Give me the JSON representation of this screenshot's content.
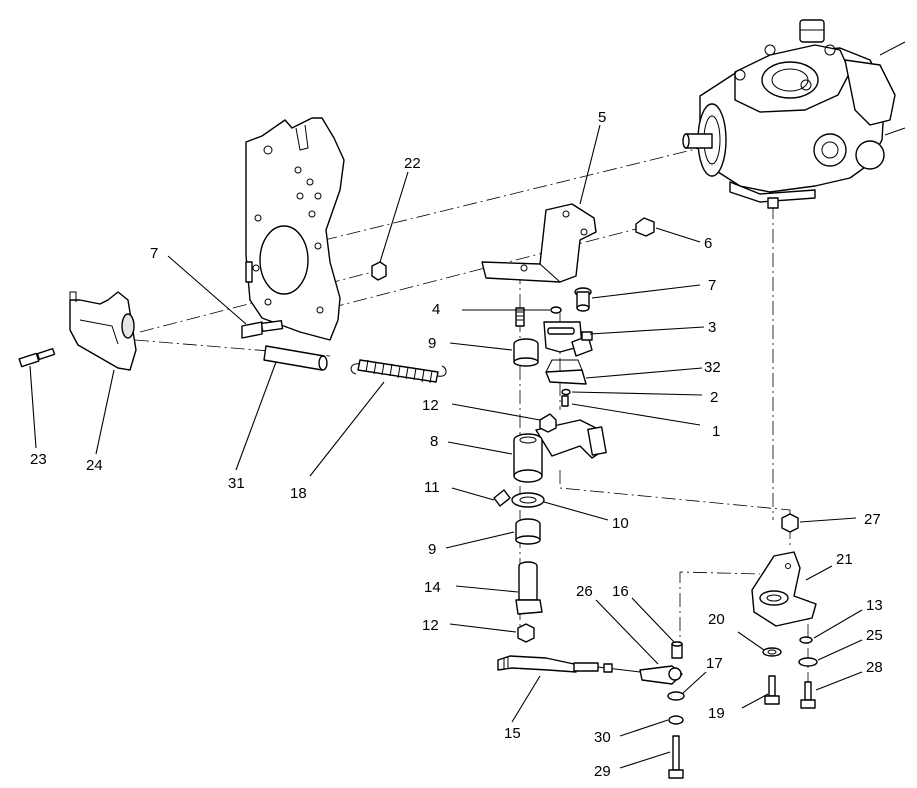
{
  "callouts": {
    "c1": "1",
    "c2": "2",
    "c3": "3",
    "c4": "4",
    "c5": "5",
    "c6": "6",
    "c7a": "7",
    "c7b": "7",
    "c8": "8",
    "c9a": "9",
    "c9b": "9",
    "c10": "10",
    "c11": "11",
    "c12a": "12",
    "c12b": "12",
    "c13": "13",
    "c14": "14",
    "c15": "15",
    "c16": "16",
    "c17": "17",
    "c18": "18",
    "c19": "19",
    "c20": "20",
    "c21": "21",
    "c22": "22",
    "c23": "23",
    "c24": "24",
    "c25": "25",
    "c26": "26",
    "c27": "27",
    "c28": "28",
    "c29": "29",
    "c30": "30",
    "c31": "31",
    "c32": "32"
  }
}
